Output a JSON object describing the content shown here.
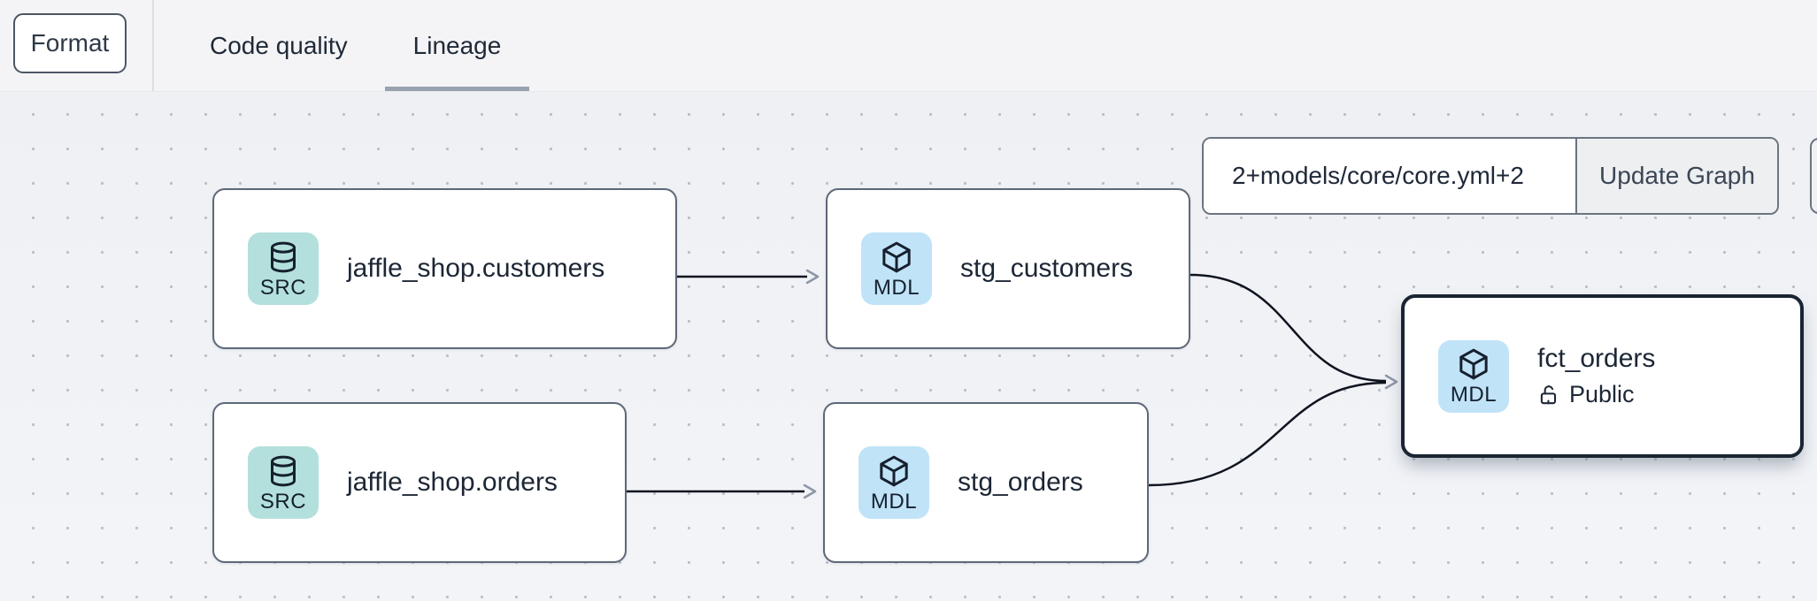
{
  "editor_toolbar": {
    "format_button": "Format",
    "tabs": [
      {
        "label": "Code quality",
        "active": false
      },
      {
        "label": "Lineage",
        "active": true
      }
    ]
  },
  "lineage_controls": {
    "selector_input": {
      "value": "2+models/core/core.yml+2"
    },
    "update_graph_button": "Update Graph"
  },
  "graph": {
    "nodes": [
      {
        "label": "jaffle_shop.customers",
        "badge": "SRC",
        "type": "source"
      },
      {
        "label": "stg_customers",
        "badge": "MDL",
        "type": "model"
      },
      {
        "label": "jaffle_shop.orders",
        "badge": "SRC",
        "type": "source"
      },
      {
        "label": "stg_orders",
        "badge": "MDL",
        "type": "model"
      },
      {
        "label": "fct_orders",
        "badge": "MDL",
        "type": "model",
        "access": "Public",
        "selected": true
      }
    ],
    "edges": [
      {
        "from": "jaffle_shop.customers",
        "to": "stg_customers"
      },
      {
        "from": "jaffle_shop.orders",
        "to": "stg_orders"
      },
      {
        "from": "stg_customers",
        "to": "fct_orders"
      },
      {
        "from": "stg_orders",
        "to": "fct_orders"
      }
    ]
  },
  "colors": {
    "header_bg": "#f4f4f6",
    "canvas_bg": "#f7f8fa",
    "dot_grid": "#c5c9d0",
    "source_badge_bg": "#b3e0dc",
    "model_badge_bg": "#c0e3f8",
    "node_border": "#5d6878",
    "selected_node_border": "#1a2433",
    "tab_underline": "#98a1b0",
    "edge": "#0e141f",
    "arrowhead": "#8d96a5"
  }
}
